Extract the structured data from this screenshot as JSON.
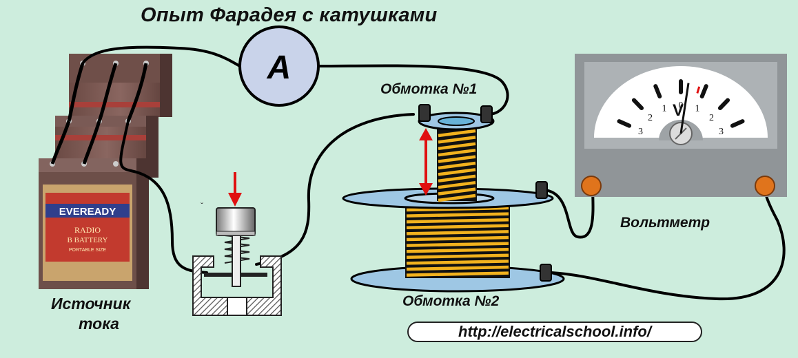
{
  "title": "Опыт Фарадея с катушками",
  "labels": {
    "coil1": "Обмотка №1",
    "coil2": "Обмотка №2",
    "voltmeter": "Вольтметр",
    "source_line1": "Источник",
    "source_line2": "тока",
    "url": "http://electricalschool.info/"
  },
  "ammeter": {
    "symbol": "A"
  },
  "voltmeter_face": {
    "unit": "V",
    "scale_left": [
      "3",
      "2",
      "1"
    ],
    "scale_zero": "0",
    "scale_right": [
      "1",
      "2",
      "3"
    ],
    "needle_value": 0.3
  },
  "battery": {
    "brand": "EVEREADY",
    "line1": "RADIO",
    "line2": "B BATTERY",
    "line3": "PORTABLE SIZE"
  },
  "colors": {
    "background": "#cdeddd",
    "coil_wire": "#f2b21e",
    "flange": "#9ec7e4",
    "ammeter_fill": "#c9d3ea",
    "arrow": "#e01010",
    "terminal": "#e0741c"
  },
  "icons": {
    "ammeter": "ammeter-icon",
    "voltmeter": "voltmeter-icon",
    "battery": "battery-icon",
    "switch": "push-switch-icon",
    "press_arrow": "down-arrow-icon",
    "distance_arrow": "double-arrow-icon"
  }
}
